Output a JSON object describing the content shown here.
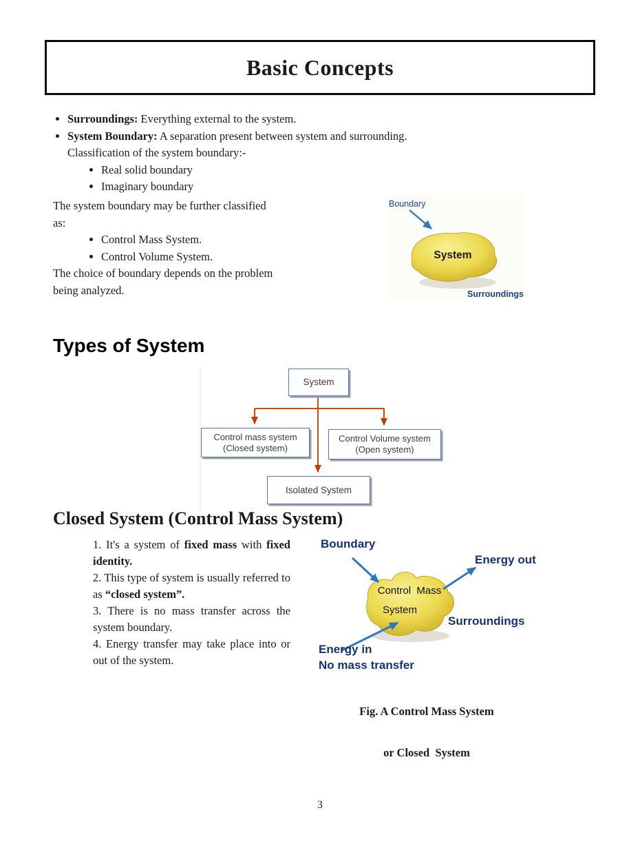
{
  "header": {
    "title": "Basic Concepts"
  },
  "intro": {
    "b1_label": "Surroundings:",
    "b1_text": " Everything external to the system.",
    "b2_label": "System Boundary:",
    "b2_text": " A separation present between system and surrounding.",
    "classification_line": "Classification of the system boundary:-",
    "sub_bullets": [
      "Real solid boundary",
      "Imaginary boundary"
    ]
  },
  "classified": {
    "line1": "The system boundary may be further classified",
    "line2": "as:",
    "sub_bullets": [
      "Control Mass System.",
      "Control Volume System."
    ],
    "line3": "The choice of boundary depends on the problem",
    "line4": "being analyzed."
  },
  "figure1": {
    "boundary_label": "Boundary",
    "system_label": "System",
    "surroundings_label": "Surroundings"
  },
  "types": {
    "heading": "Types of System"
  },
  "flowchart": {
    "root": "System",
    "left_line1": "Control mass system",
    "left_line2": "(Closed system)",
    "right_line1": "Control Volume system",
    "right_line2": "(Open system)",
    "bottom": "Isolated System"
  },
  "closed": {
    "heading": "Closed System (Control Mass System)",
    "i1_a": "1. It's a system of ",
    "i1_b": "fixed mass",
    "i1_c": " with ",
    "i1_d": "fixed identity.",
    "i2_a": "2. This type of system is usually referred to as ",
    "i2_b": "“closed system”.",
    "i3": "3. There is no mass transfer across the system boundary.",
    "i4": "4. Energy transfer may take place into or out of the system."
  },
  "figure2": {
    "boundary_label": "Boundary",
    "energy_out_label": "Energy out",
    "blob_line1": "Control  Mass",
    "blob_line2": "System",
    "surroundings_label": "Surroundings",
    "energy_in_label": "Energy in",
    "no_mass_label": "No mass transfer",
    "caption_line1": "Fig. A Control Mass System",
    "caption_line2": "or Closed  System"
  },
  "footer": {
    "page_number": "3"
  }
}
